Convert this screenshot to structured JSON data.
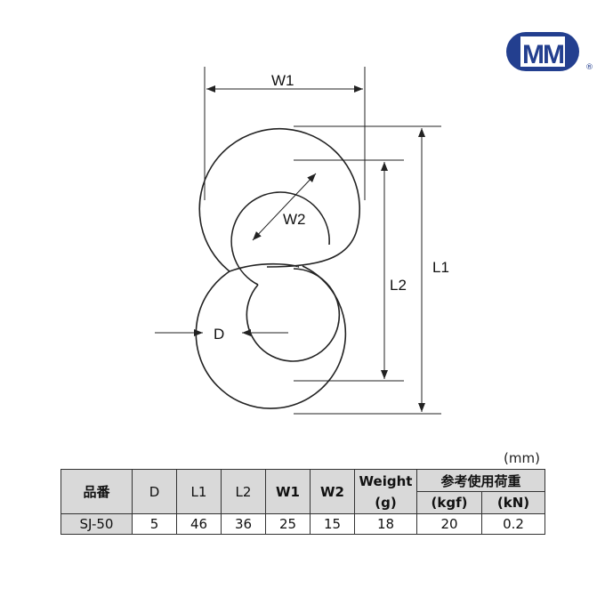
{
  "logo": {
    "text": "MM",
    "registered": "®",
    "color": "#233f8f"
  },
  "diagram": {
    "labels": {
      "w1": "W1",
      "w2": "W2",
      "l1": "L1",
      "l2": "L2",
      "d": "D"
    }
  },
  "table": {
    "unit": "(mm)",
    "headers": {
      "part_no": "品番",
      "d": "D",
      "l1": "L1",
      "l2": "L2",
      "w1": "W1",
      "w2": "W2",
      "weight": "Weight",
      "weight_unit": "(g)",
      "load": "参考使用荷重",
      "kgf": "(kgf)",
      "kn": "(kN)"
    },
    "row": {
      "part_no": "SJ-50",
      "d": "5",
      "l1": "46",
      "l2": "36",
      "w1": "25",
      "w2": "15",
      "weight": "18",
      "kgf": "20",
      "kn": "0.2"
    }
  }
}
